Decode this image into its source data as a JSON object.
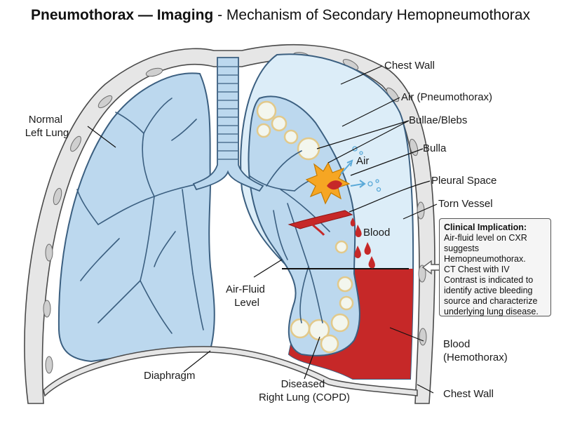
{
  "title": {
    "bold_part": "Pneumothorax — Imaging",
    "rest": " - Mechanism of Secondary Hemopneumothorax"
  },
  "labels": {
    "normal_left_lung": [
      "Normal",
      "Left Lung"
    ],
    "chest_wall_top": "Chest Wall",
    "air_pneumothorax": "Air (Pneumothorax)",
    "bullae_blebs": "Bullae/Blebs",
    "air": "Air",
    "bulla": "Bulla",
    "pleural_space": "Pleural Space",
    "torn_vessel": "Torn Vessel",
    "blood": "Blood",
    "air_fluid_level": [
      "Air-Fluid",
      "Level"
    ],
    "blood_hemothorax": [
      "Blood",
      "(Hemothorax)"
    ],
    "diaphragm": "Diaphragm",
    "diseased_right_lung": [
      "Diseased",
      "Right Lung (COPD)"
    ],
    "chest_wall_bottom": "Chest Wall"
  },
  "callout": {
    "heading": "Clinical Implication:",
    "lines": [
      "Air-fluid level on CXR",
      "suggests",
      "Hemopneumothorax.",
      "CT Chest with IV",
      "Contrast is indicated to",
      "identify active bleeding",
      "source and characterize",
      "underlying lung disease."
    ]
  },
  "colors": {
    "lung_fill": "#bcd8ee",
    "lung_outline": "#3b5f80",
    "pneumothorax_air": "#dcedf8",
    "blood": "#c62828",
    "chest_wall": "#e6e6e6",
    "bulla_fill": "#f3f6ee",
    "bulla_border": "#e2c98a",
    "rupture": "#f6a623"
  }
}
